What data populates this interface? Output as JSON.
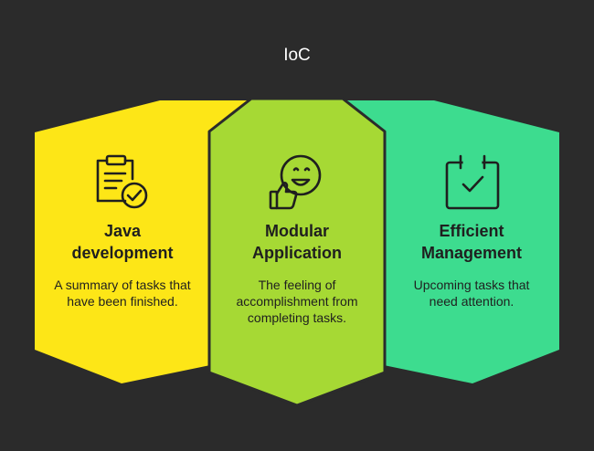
{
  "title": "IoC",
  "colors": {
    "background": "#2b2b2b",
    "card1": "#fde617",
    "card2": "#a6d934",
    "card3": "#3ddc8f",
    "ink": "#1f1f1f"
  },
  "cards": [
    {
      "heading_line1": "Java",
      "heading_line2": "development",
      "description": "A summary of tasks that have been finished.",
      "icon": "clipboard-check-icon"
    },
    {
      "heading_line1": "Modular",
      "heading_line2": "Application",
      "description": "The feeling of accomplishment from completing tasks.",
      "icon": "smiley-thumbs-up-icon"
    },
    {
      "heading_line1": "Efficient",
      "heading_line2": "Management",
      "description": "Upcoming tasks that need attention.",
      "icon": "calendar-check-icon"
    }
  ]
}
